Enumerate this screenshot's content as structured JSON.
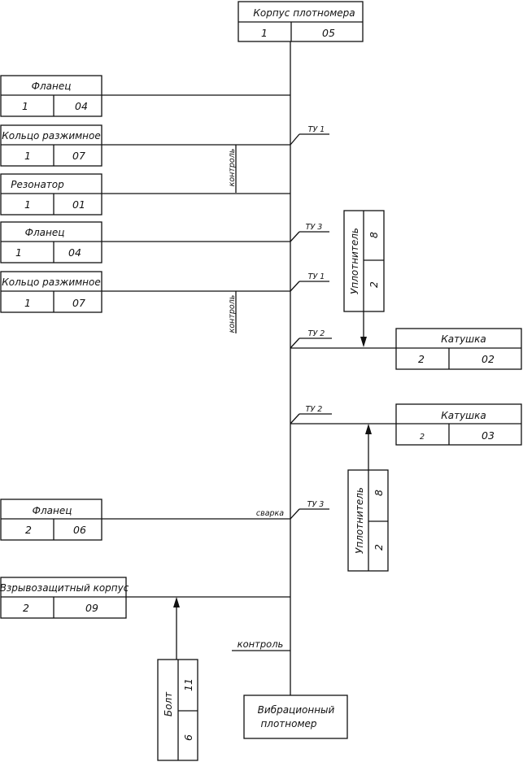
{
  "components": {
    "korpus": {
      "name": "Корпус плотномера",
      "qty": "1",
      "code": "05"
    },
    "flanec_1": {
      "name": "Фланец",
      "qty": "1",
      "code": "04"
    },
    "kolco_1": {
      "name": "Кольцо разжимное",
      "qty": "1",
      "code": "07"
    },
    "rezonator": {
      "name": "Резонатор",
      "qty": "1",
      "code": "01"
    },
    "flanec_2": {
      "name": "Фланец",
      "qty": "1",
      "code": "04"
    },
    "kolco_2": {
      "name": "Кольцо разжимное",
      "qty": "1",
      "code": "07"
    },
    "katushka_1": {
      "name": "Катушка",
      "qty": "2",
      "code": "02"
    },
    "katushka_2": {
      "name": "Катушка",
      "qty": "2",
      "code": "03"
    },
    "flanec_3": {
      "name": "Фланец",
      "qty": "2",
      "code": "06"
    },
    "vzryvo": {
      "name": "Взрывозащитный корпус",
      "qty": "2",
      "code": "09"
    },
    "uplot_1": {
      "name": "Уплотнитель",
      "code": "8",
      "qty": "2"
    },
    "uplot_2": {
      "name": "Уплотнитель",
      "code": "8",
      "qty": "2"
    },
    "bolt": {
      "name": "Болт",
      "code": "11",
      "qty": "6"
    }
  },
  "operations": {
    "tu1_a": "ТУ 1",
    "tu3_a": "ТУ 3",
    "tu1_b": "ТУ 1",
    "tu2_a": "ТУ 2",
    "tu2_b": "ТУ 2",
    "tu3_b": "ТУ 3",
    "kontrol_a": "контроль",
    "kontrol_b": "контроль",
    "svarka": "сварка",
    "kontrol_final": "контроль"
  },
  "result": {
    "line1": "Вибрационный",
    "line2": "плотномер"
  }
}
